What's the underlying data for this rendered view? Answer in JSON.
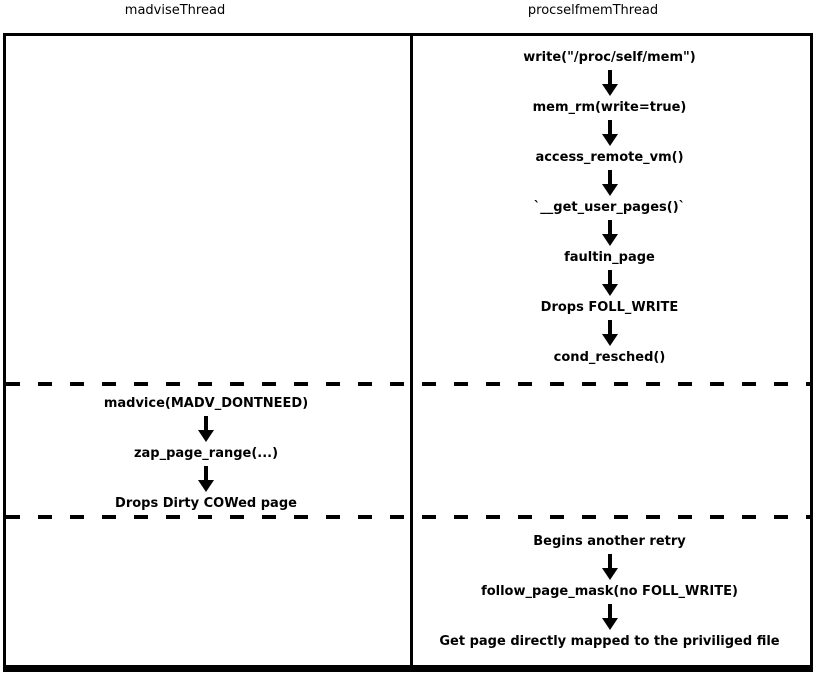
{
  "colors": {
    "background": "#ffffff",
    "ink": "#000000"
  },
  "headers": {
    "left_thread": "madviseThread",
    "right_thread": "procselfmemThread"
  },
  "flows": {
    "procselfmem_top": {
      "steps": [
        "write(\"/proc/self/mem\")",
        "mem_rm(write=true)",
        "access_remote_vm()",
        "`__get_user_pages()`",
        "faultin_page",
        "Drops FOLL_WRITE",
        "cond_resched()"
      ]
    },
    "madvise_middle": {
      "steps": [
        "madvice(MADV_DONTNEED)",
        "zap_page_range(...)",
        "Drops Dirty COWed page"
      ]
    },
    "procselfmem_bottom": {
      "steps": [
        "Begins another retry",
        "follow_page_mask(no FOLL_WRITE)",
        "Get page directly mapped to the priviliged file"
      ]
    }
  }
}
